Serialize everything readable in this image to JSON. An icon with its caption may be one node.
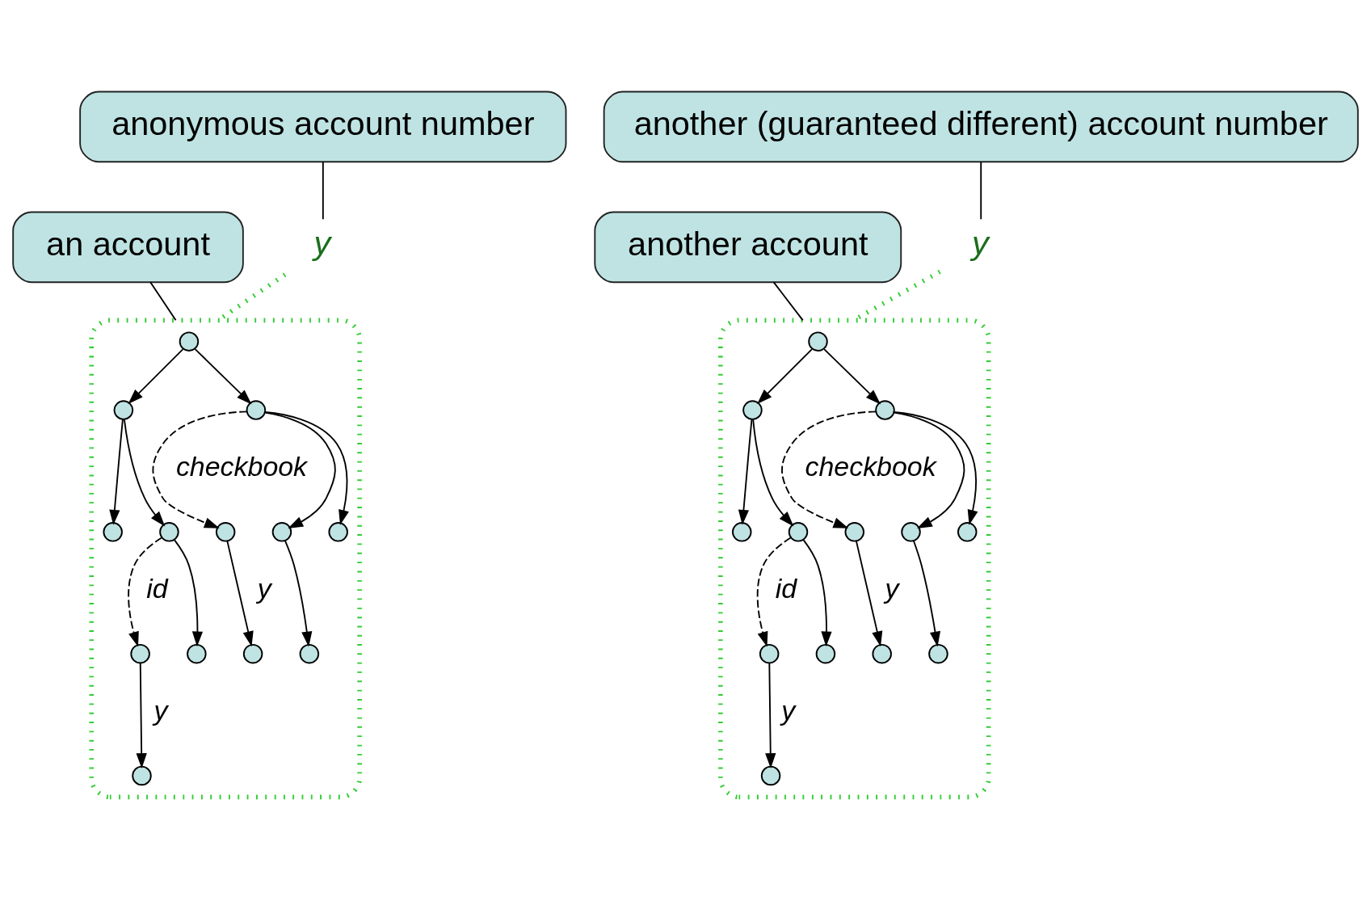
{
  "diagram": {
    "nodes": [
      {
        "text": [
          "an account"
        ]
      },
      {
        "text": [
          "anonymous account number"
        ]
      },
      {
        "text": [
          "y"
        ]
      },
      {
        "text": [],
        "shape": "ellipse"
      },
      {
        "text": [],
        "shape": "circle",
        "in": 3
      },
      {
        "text": [],
        "shape": "circle",
        "in": 3
      },
      {
        "text": [],
        "shape": "circle",
        "in": 3
      },
      {
        "text": [],
        "shape": "circle",
        "in": 3
      },
      {
        "text": [],
        "shape": "circle",
        "in": 3
      },
      {
        "text": [],
        "shape": "circle",
        "in": 3
      },
      {
        "text": [],
        "shape": "circle",
        "in": 3
      },
      {
        "text": [],
        "shape": "circle",
        "in": 3
      },
      {
        "text": [],
        "shape": "circle",
        "in": 3
      },
      {
        "text": [],
        "shape": "circle",
        "in": 3
      },
      {
        "text": [],
        "shape": "circle",
        "in": 3
      },
      {
        "text": [],
        "shape": "circle",
        "in": 3
      },
      {
        "text": [],
        "shape": "circle",
        "in": 3
      },
      {
        "text": [
          "another account"
        ]
      },
      {
        "text": [
          "y"
        ]
      },
      {
        "text": [],
        "shape": "ellipse"
      },
      {
        "text": [],
        "shape": "circle",
        "in": 19
      },
      {
        "text": [],
        "shape": "circle",
        "in": 19
      },
      {
        "text": [],
        "shape": "circle",
        "in": 19
      },
      {
        "text": [],
        "shape": "circle",
        "in": 19
      },
      {
        "text": [],
        "shape": "circle",
        "in": 19
      },
      {
        "text": [],
        "shape": "circle",
        "in": 19
      },
      {
        "text": [],
        "shape": "circle",
        "in": 19
      },
      {
        "text": [],
        "shape": "circle",
        "in": 19
      },
      {
        "text": [],
        "shape": "circle",
        "in": 19
      },
      {
        "text": [],
        "shape": "circle",
        "in": 19
      },
      {
        "text": [],
        "shape": "circle",
        "in": 19
      },
      {
        "text": [],
        "shape": "circle",
        "in": 19
      },
      {
        "text": [],
        "shape": "circle",
        "in": 19
      },
      {
        "text": [
          "another (guaranteed different) account number"
        ]
      }
    ],
    "edges": [
      {
        "from": 0,
        "to": 3,
        "arrow": "none"
      },
      {
        "from": 1,
        "to": 2,
        "arrow": "none"
      },
      {
        "from": 2,
        "to": 3,
        "arrow": "none",
        "style": "dashed",
        "color": "#33cc33"
      },
      {
        "from": 4,
        "to": 5,
        "arrow": "to"
      },
      {
        "from": 4,
        "to": 6,
        "arrow": "to"
      },
      {
        "from": 6,
        "to": 7,
        "arrow": "to",
        "label": "checkbook",
        "style": "dashed"
      },
      {
        "from": 5,
        "to": 8,
        "arrow": "to"
      },
      {
        "from": 5,
        "to": 9,
        "arrow": "to"
      },
      {
        "from": 9,
        "to": 10,
        "arrow": "to",
        "label": "id",
        "style": "dashed"
      },
      {
        "from": 6,
        "to": 11,
        "arrow": "to"
      },
      {
        "from": 6,
        "to": 12,
        "arrow": "to"
      },
      {
        "from": 7,
        "to": 13,
        "arrow": "to",
        "label": "y"
      },
      {
        "from": 9,
        "to": 14,
        "arrow": "to"
      },
      {
        "from": 10,
        "to": 15,
        "arrow": "to",
        "label": "y"
      },
      {
        "from": 11,
        "to": 16,
        "arrow": "to"
      },
      {
        "from": 17,
        "to": 19,
        "arrow": "none"
      },
      {
        "from": 18,
        "to": 19,
        "arrow": "none",
        "style": "dashed",
        "color": "#33cc33"
      },
      {
        "from": 20,
        "to": 21,
        "arrow": "to"
      },
      {
        "from": 20,
        "to": 22,
        "arrow": "to"
      },
      {
        "from": 22,
        "to": 23,
        "arrow": "to",
        "label": "checkbook",
        "style": "dashed"
      },
      {
        "from": 21,
        "to": 24,
        "arrow": "to"
      },
      {
        "from": 21,
        "to": 25,
        "arrow": "to"
      },
      {
        "from": 25,
        "to": 26,
        "arrow": "to",
        "label": "id",
        "style": "dashed"
      },
      {
        "from": 22,
        "to": 27,
        "arrow": "to"
      },
      {
        "from": 22,
        "to": 28,
        "arrow": "to"
      },
      {
        "from": 23,
        "to": 29,
        "arrow": "to",
        "label": "y"
      },
      {
        "from": 25,
        "to": 30,
        "arrow": "to"
      },
      {
        "from": 26,
        "to": 31,
        "arrow": "to",
        "label": "y"
      },
      {
        "from": 27,
        "to": 32,
        "arrow": "to"
      },
      {
        "from": 33,
        "to": 18,
        "arrow": "none"
      }
    ]
  }
}
